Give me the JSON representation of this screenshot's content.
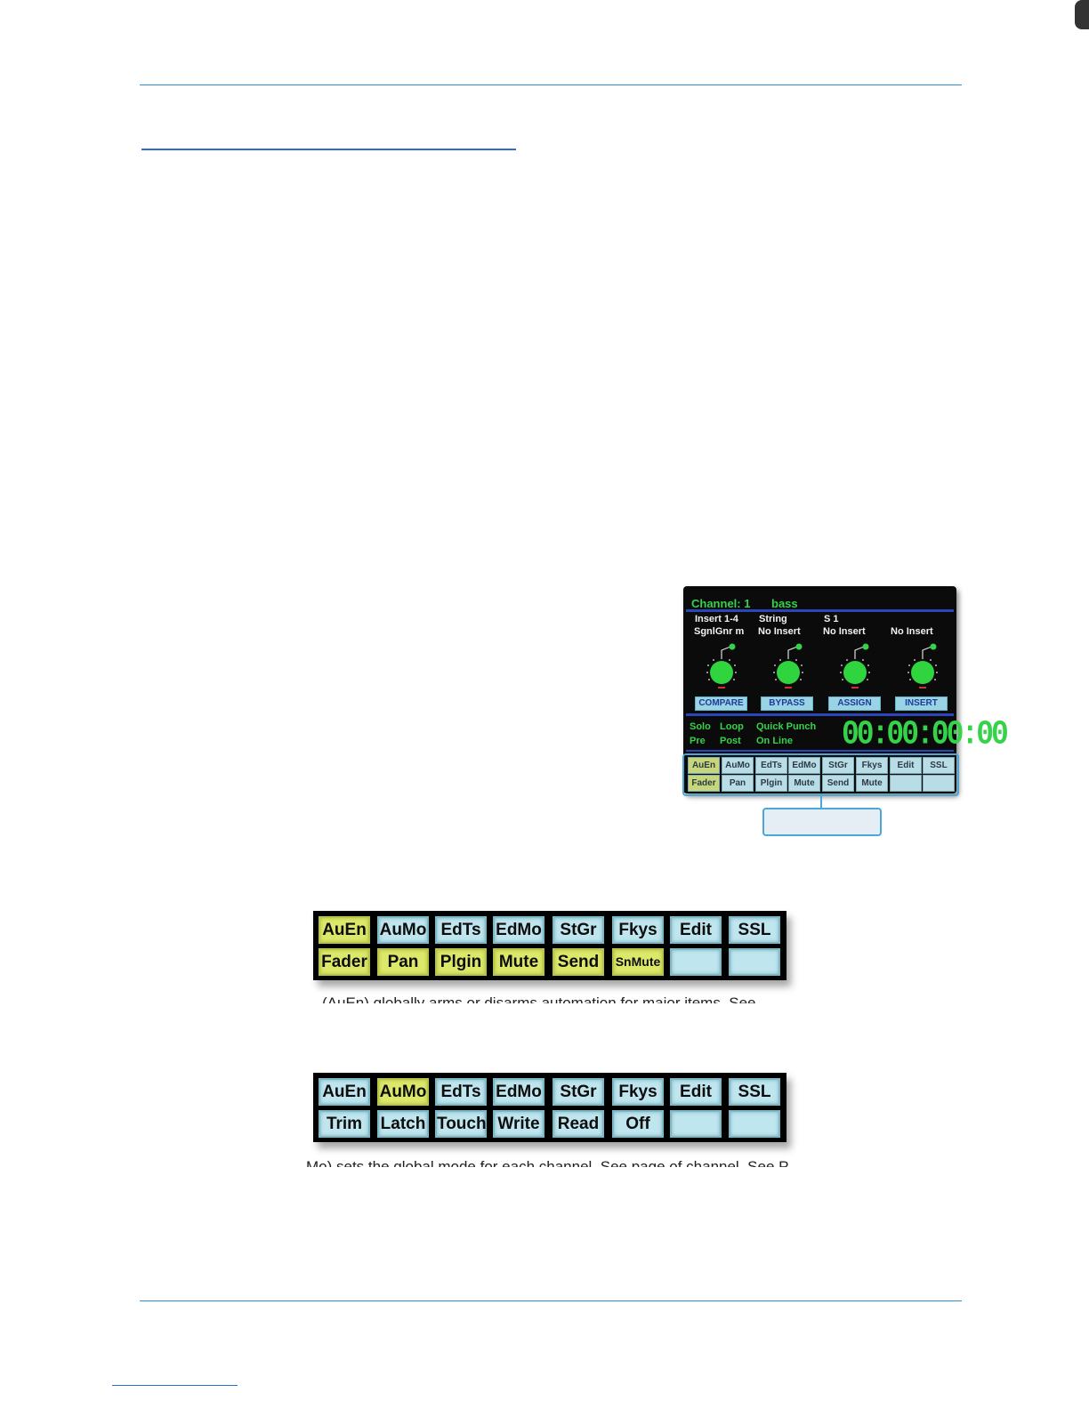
{
  "screen": {
    "channel_label": "Channel: 1",
    "channel_name": "bass",
    "insert_slots": [
      {
        "line1": "Insert 1-4",
        "line2": "SgnlGnr m"
      },
      {
        "line1": "String",
        "line2": "No Insert"
      },
      {
        "line1": "S 1",
        "line2": "No Insert"
      },
      {
        "line1": "",
        "line2": "No Insert"
      }
    ],
    "buttons": [
      "COMPARE",
      "BYPASS",
      "ASSIGN",
      "INSERT"
    ],
    "status": {
      "solo": "Solo",
      "pre": "Pre",
      "loop": "Loop",
      "post": "Post",
      "quick_punch": "Quick Punch",
      "on_line": "On Line"
    },
    "timecode": "00:00:00:00",
    "keys_top": [
      "AuEn",
      "AuMo",
      "EdTs",
      "EdMo",
      "StGr",
      "Fkys",
      "Edit",
      "SSL"
    ],
    "keys_bottom": [
      "Fader",
      "Pan",
      "Plgin",
      "Mute",
      "Send",
      "Mute",
      "",
      ""
    ],
    "keys_top_active": [
      true,
      false,
      false,
      false,
      false,
      false,
      false,
      false
    ],
    "keys_bottom_active": [
      true,
      false,
      false,
      false,
      false,
      false,
      false,
      false
    ],
    "colors": {
      "screen_bg": "#0b0b0b",
      "green": "#35d24a",
      "divider": "#2b46b8",
      "button": "#9ad3e4"
    }
  },
  "panel_auen": {
    "top": [
      "AuEn",
      "AuMo",
      "EdTs",
      "EdMo",
      "StGr",
      "Fkys",
      "Edit",
      "SSL"
    ],
    "bottom": [
      "Fader",
      "Pan",
      "Plgin",
      "Mute",
      "Send",
      "SnMute",
      "",
      ""
    ],
    "top_active": [
      true,
      false,
      false,
      false,
      false,
      false,
      false,
      false
    ],
    "bottom_active": [
      true,
      true,
      true,
      true,
      true,
      true,
      false,
      false
    ],
    "caption_fragment": "(AuEn) globally arms or disarms automation for major items. See"
  },
  "panel_aumo": {
    "top": [
      "AuEn",
      "AuMo",
      "EdTs",
      "EdMo",
      "StGr",
      "Fkys",
      "Edit",
      "SSL"
    ],
    "bottom": [
      "Trim",
      "Latch",
      "Touch",
      "Write",
      "Read",
      "Off",
      "",
      ""
    ],
    "top_active": [
      false,
      true,
      false,
      false,
      false,
      false,
      false,
      false
    ],
    "bottom_active": [
      false,
      false,
      false,
      false,
      false,
      false,
      false,
      false
    ],
    "caption_fragment": "Mo) sets the global mode for each channel. See page of channel. See P"
  },
  "colors": {
    "rule": "#2a8fd0",
    "key_on": "#dce86a",
    "key_off": "#bfe6ee",
    "callout": "#4aa7d8"
  }
}
